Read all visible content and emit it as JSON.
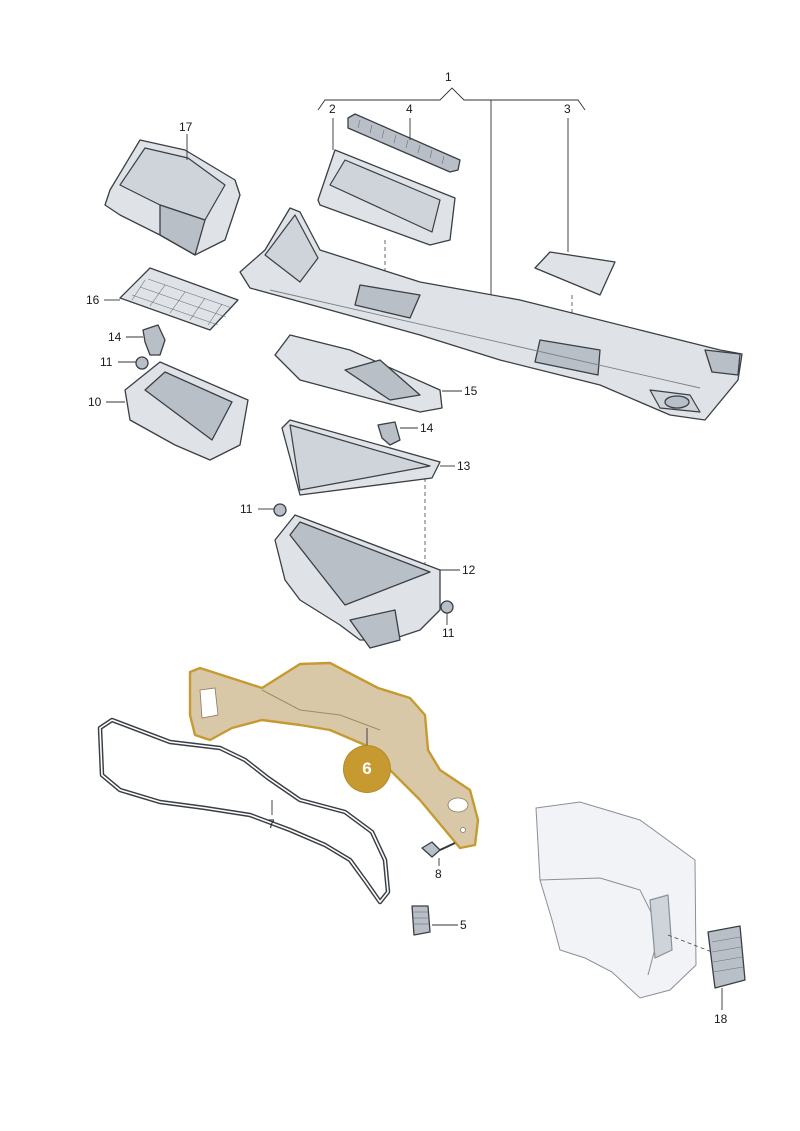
{
  "callouts": {
    "c1": "1",
    "c2": "2",
    "c3": "3",
    "c4": "4",
    "c5": "5",
    "c6": "6",
    "c7": "7",
    "c8": "8",
    "c10": "10",
    "c11a": "11",
    "c11b": "11",
    "c11c": "11",
    "c12": "12",
    "c13": "13",
    "c14a": "14",
    "c14b": "14",
    "c15": "15",
    "c16": "16",
    "c17": "17",
    "c18": "18"
  },
  "colors": {
    "highlight_fill": "#d8c8a8",
    "highlight_outline": "#c79a31",
    "badge": "#c79a31",
    "part": "#dfe3e8"
  }
}
